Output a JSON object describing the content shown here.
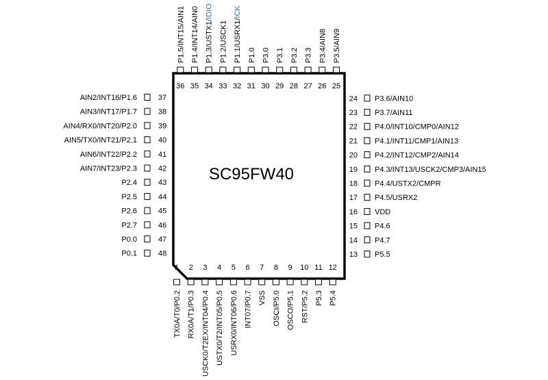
{
  "chip": {
    "name": "SC95FW40"
  },
  "colors": {
    "highlight": "#3a6ea5",
    "outline": "#000000"
  },
  "pins": {
    "bottom": [
      {
        "num": "1",
        "label": "TX0A/T0/P0.2"
      },
      {
        "num": "2",
        "label": "RX0A/T1/P0.3"
      },
      {
        "num": "3",
        "label": "USCK0/T2EX/INT04/P0.4"
      },
      {
        "num": "4",
        "label": "USTX0/T2/INT05/P0.5"
      },
      {
        "num": "5",
        "label": "USRX0/INT06/P0.6"
      },
      {
        "num": "6",
        "label": "INT07/P0.7"
      },
      {
        "num": "7",
        "label": "VSS"
      },
      {
        "num": "8",
        "label": "OSCI/P5.0"
      },
      {
        "num": "9",
        "label": "OSCO/P5.1"
      },
      {
        "num": "10",
        "label": "RST/P5.2"
      },
      {
        "num": "11",
        "label": "P5.3"
      },
      {
        "num": "12",
        "label": "P5.4"
      }
    ],
    "right": [
      {
        "num": "13",
        "label": "P5.5"
      },
      {
        "num": "14",
        "label": "P4.7"
      },
      {
        "num": "15",
        "label": "P4.6"
      },
      {
        "num": "16",
        "label": "VDD"
      },
      {
        "num": "17",
        "label": "P4.5/USRX2"
      },
      {
        "num": "18",
        "label": "P4.4/USTX2/CMPR"
      },
      {
        "num": "19",
        "label": "P4.3/INT13/USCK2/CMP3/AIN15"
      },
      {
        "num": "20",
        "label": "P4.2/INT12/CMP2/AIN14"
      },
      {
        "num": "21",
        "label": "P4.1/INT11/CMP1/AIN13"
      },
      {
        "num": "22",
        "label": "P4.0/INT10/CMP0/AIN12"
      },
      {
        "num": "23",
        "label": "P3.7/AIN11"
      },
      {
        "num": "24",
        "label": "P3.6/AIN10"
      }
    ],
    "top": [
      {
        "num": "25",
        "label": "P3.5/AIN9"
      },
      {
        "num": "26",
        "label": "P3.4/AIN8"
      },
      {
        "num": "27",
        "label": "P3.3"
      },
      {
        "num": "28",
        "label": "P3.2"
      },
      {
        "num": "29",
        "label": "P3.1"
      },
      {
        "num": "30",
        "label": "P3.0"
      },
      {
        "num": "31",
        "label": "P1.0"
      },
      {
        "num": "32",
        "label": "P1.1/USRX1/",
        "highlight": "ICK"
      },
      {
        "num": "33",
        "label": "P1.2/USCK1"
      },
      {
        "num": "34",
        "label": "P1.3/USTX1/",
        "highlight": "IDIO"
      },
      {
        "num": "35",
        "label": "P1.4/INT14/AIN0"
      },
      {
        "num": "36",
        "label": "P1.5/INT15/AIN1"
      }
    ],
    "left": [
      {
        "num": "37",
        "label": "AIN2/INT16/P1.6"
      },
      {
        "num": "38",
        "label": "AIN3/INT17/P1.7"
      },
      {
        "num": "39",
        "label": "AIN4/RX0/INT20/P2.0"
      },
      {
        "num": "40",
        "label": "AIN5/TX0/INT21/P2.1"
      },
      {
        "num": "41",
        "label": "AIN6/INT22/P2.2"
      },
      {
        "num": "42",
        "label": "AIN7/INT23/P2.3"
      },
      {
        "num": "43",
        "label": "P2.4"
      },
      {
        "num": "44",
        "label": "P2.5"
      },
      {
        "num": "45",
        "label": "P2.6"
      },
      {
        "num": "46",
        "label": "P2.7"
      },
      {
        "num": "47",
        "label": "P0.0"
      },
      {
        "num": "48",
        "label": "P0.1"
      }
    ]
  }
}
